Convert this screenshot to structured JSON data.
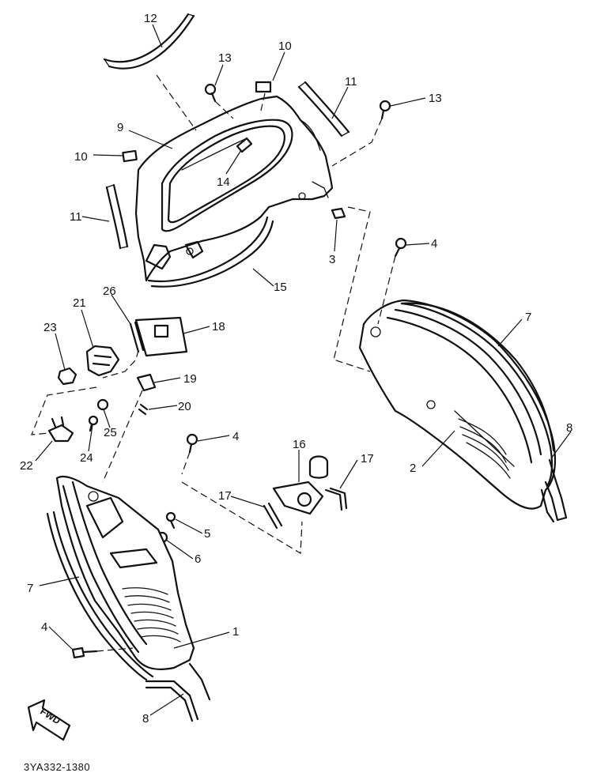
{
  "diagram_code": "3YA332-1380",
  "fwd_label": "FWD",
  "callouts": {
    "c12": "12",
    "c13a": "13",
    "c10a": "10",
    "c11a": "11",
    "c13b": "13",
    "c9": "9",
    "c10b": "10",
    "c14": "14",
    "c11b": "11",
    "c15": "15",
    "c3": "3",
    "c4a": "4",
    "c7a": "7",
    "c2": "2",
    "c8a": "8",
    "c26": "26",
    "c21": "21",
    "c23": "23",
    "c18": "18",
    "c19": "19",
    "c20": "20",
    "c25": "25",
    "c24": "24",
    "c22": "22",
    "c4b": "4",
    "c16": "16",
    "c17a": "17",
    "c17b": "17",
    "c5": "5",
    "c6": "6",
    "c7b": "7",
    "c4c": "4",
    "c1": "1",
    "c8b": "8"
  }
}
